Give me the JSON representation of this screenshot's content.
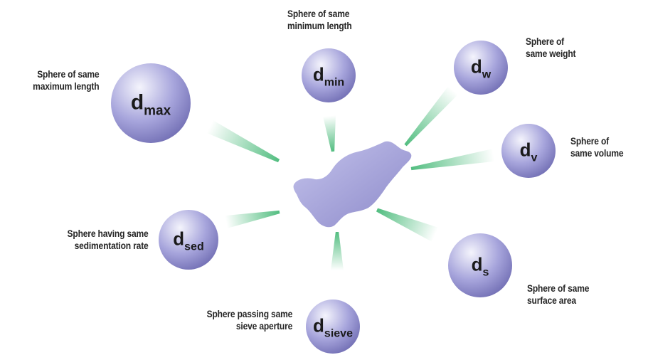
{
  "center": {
    "name": "irregular particle"
  },
  "spheres": [
    {
      "id": "max",
      "symbol": "d",
      "subscript": "max",
      "label_lines": [
        "Sphere of same",
        "maximum length"
      ]
    },
    {
      "id": "min",
      "symbol": "d",
      "subscript": "min",
      "label_lines": [
        "Sphere of same",
        "minimum length"
      ]
    },
    {
      "id": "w",
      "symbol": "d",
      "subscript": "w",
      "label_lines": [
        "Sphere of",
        "same weight"
      ]
    },
    {
      "id": "v",
      "symbol": "d",
      "subscript": "v",
      "label_lines": [
        "Sphere of",
        "same volume"
      ]
    },
    {
      "id": "sed",
      "symbol": "d",
      "subscript": "sed",
      "label_lines": [
        "Sphere having same",
        "sedimentation rate"
      ]
    },
    {
      "id": "s",
      "symbol": "d",
      "subscript": "s",
      "label_lines": [
        "Sphere of same",
        "surface area"
      ]
    },
    {
      "id": "sieve",
      "symbol": "d",
      "subscript": "sieve",
      "label_lines": [
        "Sphere passing same",
        "sieve aperture"
      ]
    }
  ],
  "colors": {
    "sphere_light": "#f4f4fc",
    "sphere_mid": "#a7a5dc",
    "sphere_dark": "#6f6cb2",
    "particle_light": "#c4c3ec",
    "particle_dark": "#8c89c9",
    "ray": "#3fb672",
    "text": "#262626"
  }
}
